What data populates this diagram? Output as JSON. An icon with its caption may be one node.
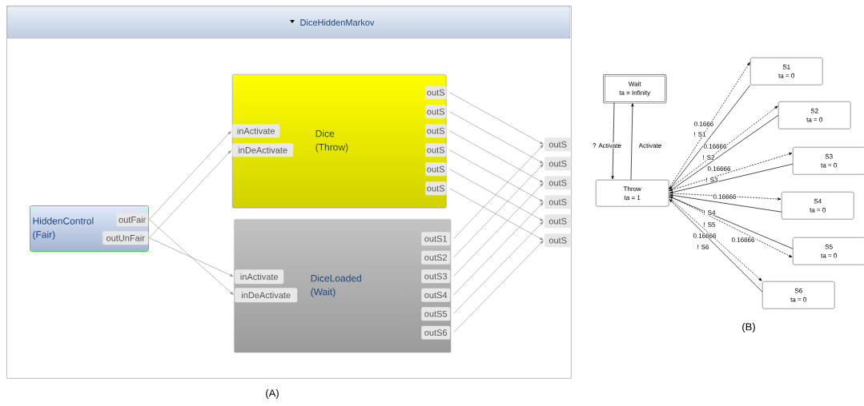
{
  "diagram": {
    "nodes": [
      {
        "text": [
          "DiceHiddenMarkov"
        ]
      },
      {
        "text": [
          "HiddenControl (Fair)"
        ],
        "in": 0
      },
      {
        "text": [
          "outFair"
        ],
        "in": 1
      },
      {
        "text": [
          "outUnFair"
        ],
        "in": 1
      },
      {
        "text": [
          "Dice (Throw)"
        ],
        "in": 0
      },
      {
        "text": [
          "inActivate"
        ],
        "in": 4
      },
      {
        "text": [
          "inDeActivate"
        ],
        "in": 4
      },
      {
        "text": [
          "outS"
        ],
        "in": 4
      },
      {
        "text": [
          "outS"
        ],
        "in": 4
      },
      {
        "text": [
          "outS"
        ],
        "in": 4
      },
      {
        "text": [
          "outS"
        ],
        "in": 4
      },
      {
        "text": [
          "outS"
        ],
        "in": 4
      },
      {
        "text": [
          "outS"
        ],
        "in": 4
      },
      {
        "text": [
          "DiceLoaded (Wait)"
        ],
        "in": 0
      },
      {
        "text": [
          "inActivate"
        ],
        "in": 13
      },
      {
        "text": [
          "inDeActivate"
        ],
        "in": 13
      },
      {
        "text": [
          "outS1"
        ],
        "in": 13
      },
      {
        "text": [
          "outS2"
        ],
        "in": 13
      },
      {
        "text": [
          "outS3"
        ],
        "in": 13
      },
      {
        "text": [
          "outS4"
        ],
        "in": 13
      },
      {
        "text": [
          "outS5"
        ],
        "in": 13
      },
      {
        "text": [
          "outS6"
        ],
        "in": 13
      },
      {
        "text": [
          "outS"
        ],
        "in": 0
      },
      {
        "text": [
          "outS"
        ],
        "in": 0
      },
      {
        "text": [
          "outS"
        ],
        "in": 0
      },
      {
        "text": [
          "outS"
        ],
        "in": 0
      },
      {
        "text": [
          "outS"
        ],
        "in": 0
      },
      {
        "text": [
          "outS"
        ],
        "in": 0
      },
      {
        "text": [
          "Wait",
          "ta = Infinity"
        ]
      },
      {
        "text": [
          "Throw",
          "ta = 1"
        ]
      },
      {
        "text": [
          "S1",
          "ta = 0"
        ]
      },
      {
        "text": [
          "S2",
          "ta = 0"
        ]
      },
      {
        "text": [
          "S3",
          "ta = 0"
        ]
      },
      {
        "text": [
          "S4",
          "ta = 0"
        ]
      },
      {
        "text": [
          "S5",
          "ta = 0"
        ]
      },
      {
        "text": [
          "S6",
          "ta = 0"
        ]
      }
    ],
    "edges": [
      {
        "from": 2,
        "to": 5,
        "arrow": "to"
      },
      {
        "from": 2,
        "to": 15,
        "arrow": "to"
      },
      {
        "from": 3,
        "to": 6,
        "arrow": "to"
      },
      {
        "from": 3,
        "to": 14,
        "arrow": "to"
      },
      {
        "from": 7,
        "to": 22,
        "arrow": "to"
      },
      {
        "from": 8,
        "to": 23,
        "arrow": "to"
      },
      {
        "from": 9,
        "to": 24,
        "arrow": "to"
      },
      {
        "from": 10,
        "to": 25,
        "arrow": "to"
      },
      {
        "from": 11,
        "to": 26,
        "arrow": "to"
      },
      {
        "from": 12,
        "to": 27,
        "arrow": "to"
      },
      {
        "from": 16,
        "to": 22,
        "arrow": "to"
      },
      {
        "from": 17,
        "to": 23,
        "arrow": "to"
      },
      {
        "from": 18,
        "to": 24,
        "arrow": "to"
      },
      {
        "from": 19,
        "to": 25,
        "arrow": "to"
      },
      {
        "from": 20,
        "to": 26,
        "arrow": "to"
      },
      {
        "from": 21,
        "to": 27,
        "arrow": "to"
      },
      {
        "from": 28,
        "to": 29,
        "arrow": "to",
        "label": "? Activate",
        "color": "#000000"
      },
      {
        "from": 29,
        "to": 28,
        "arrow": "to",
        "label": "Activate",
        "color": "#000000"
      },
      {
        "from": 29,
        "to": 30,
        "arrow": "to",
        "label": "0.1666",
        "style": "dashed",
        "color": "#000000"
      },
      {
        "from": 30,
        "to": 29,
        "arrow": "to",
        "label": "! S1",
        "color": "#000000"
      },
      {
        "from": 29,
        "to": 31,
        "arrow": "to",
        "label": "0.16666",
        "style": "dashed",
        "color": "#000000"
      },
      {
        "from": 31,
        "to": 29,
        "arrow": "to",
        "label": "! S2",
        "color": "#000000"
      },
      {
        "from": 29,
        "to": 32,
        "arrow": "to",
        "label": "0.16666",
        "style": "dashed",
        "color": "#000000"
      },
      {
        "from": 32,
        "to": 29,
        "arrow": "to",
        "label": "! S3",
        "color": "#000000"
      },
      {
        "from": 29,
        "to": 33,
        "arrow": "to",
        "label": "0.16666",
        "style": "dashed",
        "color": "#000000"
      },
      {
        "from": 33,
        "to": 29,
        "arrow": "to",
        "label": "! S4",
        "color": "#000000"
      },
      {
        "from": 29,
        "to": 34,
        "arrow": "to",
        "label": "0.16666",
        "style": "dashed",
        "color": "#000000"
      },
      {
        "from": 34,
        "to": 29,
        "arrow": "to",
        "label": "! S5",
        "color": "#000000"
      },
      {
        "from": 29,
        "to": 35,
        "arrow": "to",
        "label": "0.16666",
        "style": "dashed",
        "color": "#000000"
      },
      {
        "from": 35,
        "to": 29,
        "arrow": "to",
        "label": "! S6",
        "color": "#000000"
      }
    ],
    "labels": [
      "(A)",
      "(B)"
    ]
  }
}
